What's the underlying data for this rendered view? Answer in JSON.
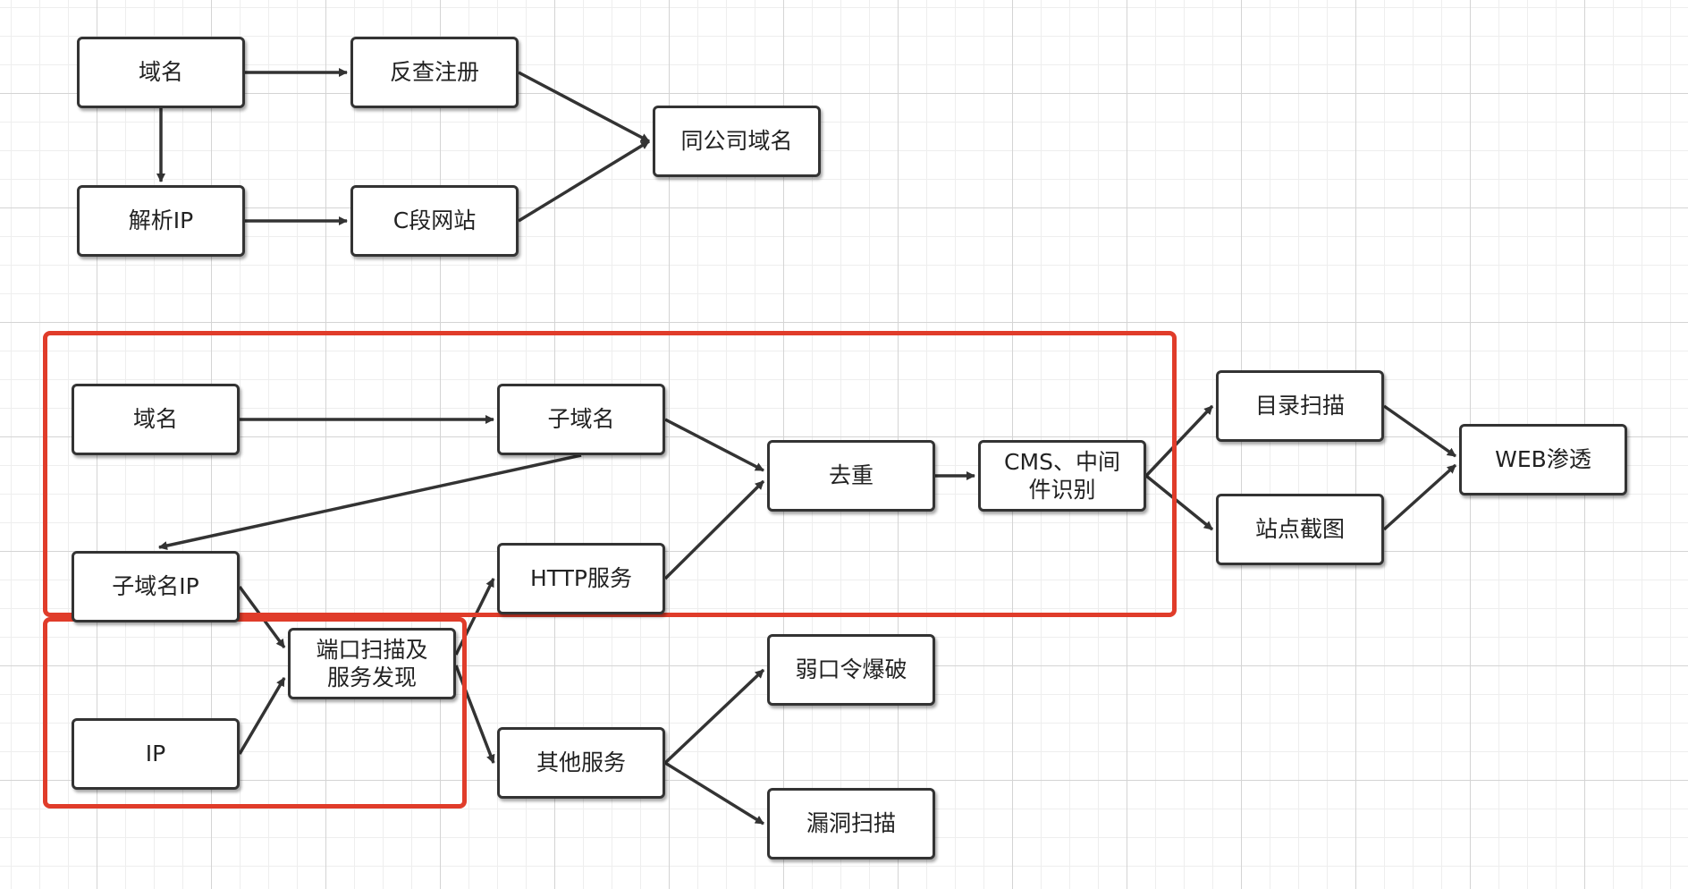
{
  "diagram": {
    "colors": {
      "node_border": "#333333",
      "edge": "#333333",
      "highlight": "#e03c2a",
      "grid": "#d4d4d4"
    },
    "top_flow": {
      "domain": "域名",
      "reverse_registration": "反查注册",
      "resolve_ip": "解析IP",
      "c_segment_sites": "C段网站",
      "same_company_domains": "同公司域名"
    },
    "main_flow": {
      "domain": "域名",
      "subdomain": "子域名",
      "subdomain_ip": "子域名IP",
      "dedup": "去重",
      "cms_middleware": "CMS、中间\n件识别",
      "http_service": "HTTP服务",
      "port_scan": "端口扫描及\n服务发现",
      "ip": "IP",
      "other_services": "其他服务",
      "weak_password": "弱口令爆破",
      "vuln_scan": "漏洞扫描",
      "dir_scan": "目录扫描",
      "site_screenshot": "站点截图",
      "web_pentest": "WEB渗透"
    }
  }
}
